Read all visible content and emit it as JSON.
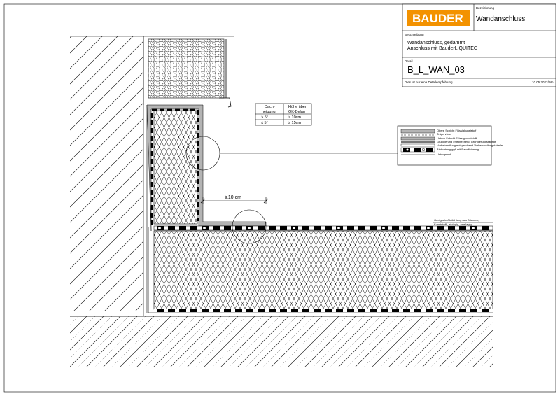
{
  "title_block": {
    "logo_text": "BAUDER",
    "label_bezeichnung": "Bezeichnung",
    "bezeichnung": "Wandanschluss",
    "label_beschreibung": "Beschreibung",
    "beschreibung_line1": "Wandanschluss, gedämmt",
    "beschreibung_line2": "Anschluss mit BauderLIQUITEC",
    "label_detail": "Detail",
    "detail_code": "B_L_WAN_03",
    "footer_note": "Dies ist nur eine Detailempfehlung",
    "footer_date": "10.05.2022/Wh"
  },
  "height_table": {
    "header_col1_line1": "Dach-",
    "header_col1_line2": "neigung",
    "header_col2_line1": "Höhe über",
    "header_col2_line2": "OK-Belag",
    "rows": [
      {
        "slope": "> 5°",
        "height": "≥ 10cm"
      },
      {
        "slope": "≤ 5°",
        "height": "≥ 15cm"
      }
    ]
  },
  "dimension_label": "≥10 cm",
  "legend": {
    "items": [
      "Obere Schicht Flüssigkunststoff",
      "Trägervlies",
      "Untere Schicht Flüssigkunststoff",
      "Grundierung entsprechend Grundierungstabelle",
      "Vorbehandlung entsprechend Vorbehandlungstabelle",
      "Abdichtung ggf. mit Randfixierung",
      "Untergrund"
    ]
  },
  "callout": {
    "line1": "Geeignete Abdichtung aus Bitumen,",
    "line2": "Kunststoff-, einlagig, zweilagig"
  },
  "colors": {
    "logo_orange": "#f39200",
    "liquid_membrane": "#b4b4b4",
    "line": "#000000"
  }
}
